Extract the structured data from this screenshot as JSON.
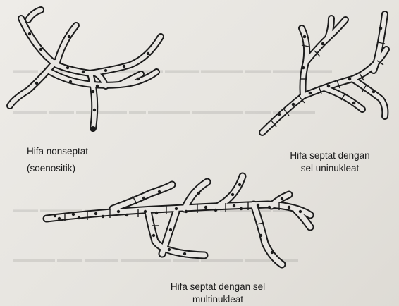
{
  "labels": {
    "nonseptate": [
      "Hifa nonseptat",
      "(soenositik)"
    ],
    "uninucleate": [
      "Hifa septat dengan",
      "sel uninukleat"
    ],
    "multinucleate": [
      "Hifa septat dengan sel",
      "multinukleat"
    ]
  },
  "colors": {
    "ink": "#1c1c1c",
    "hypha_fill": "#e8e6e2",
    "paper": "#e9e7e3"
  }
}
